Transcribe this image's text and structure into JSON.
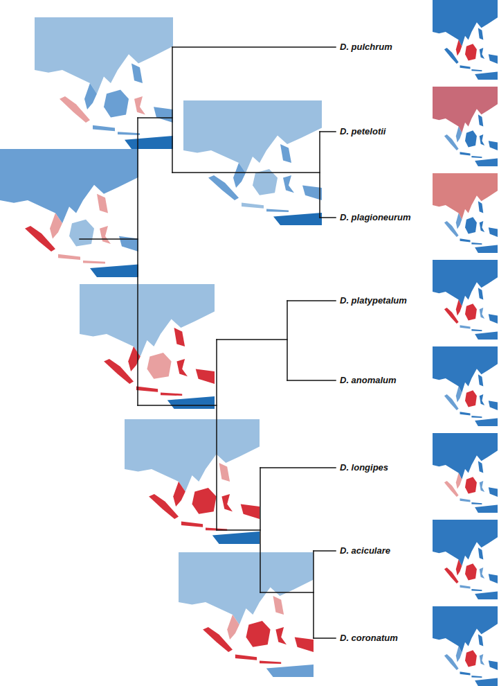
{
  "diagram": {
    "labels": [
      "D. pulchrum",
      "D. petelotii",
      "D. plagioneurum",
      "D. platypetalum",
      "D. anomalum",
      "D. longipes",
      "D. aciculare",
      "D. coronatum"
    ]
  }
}
